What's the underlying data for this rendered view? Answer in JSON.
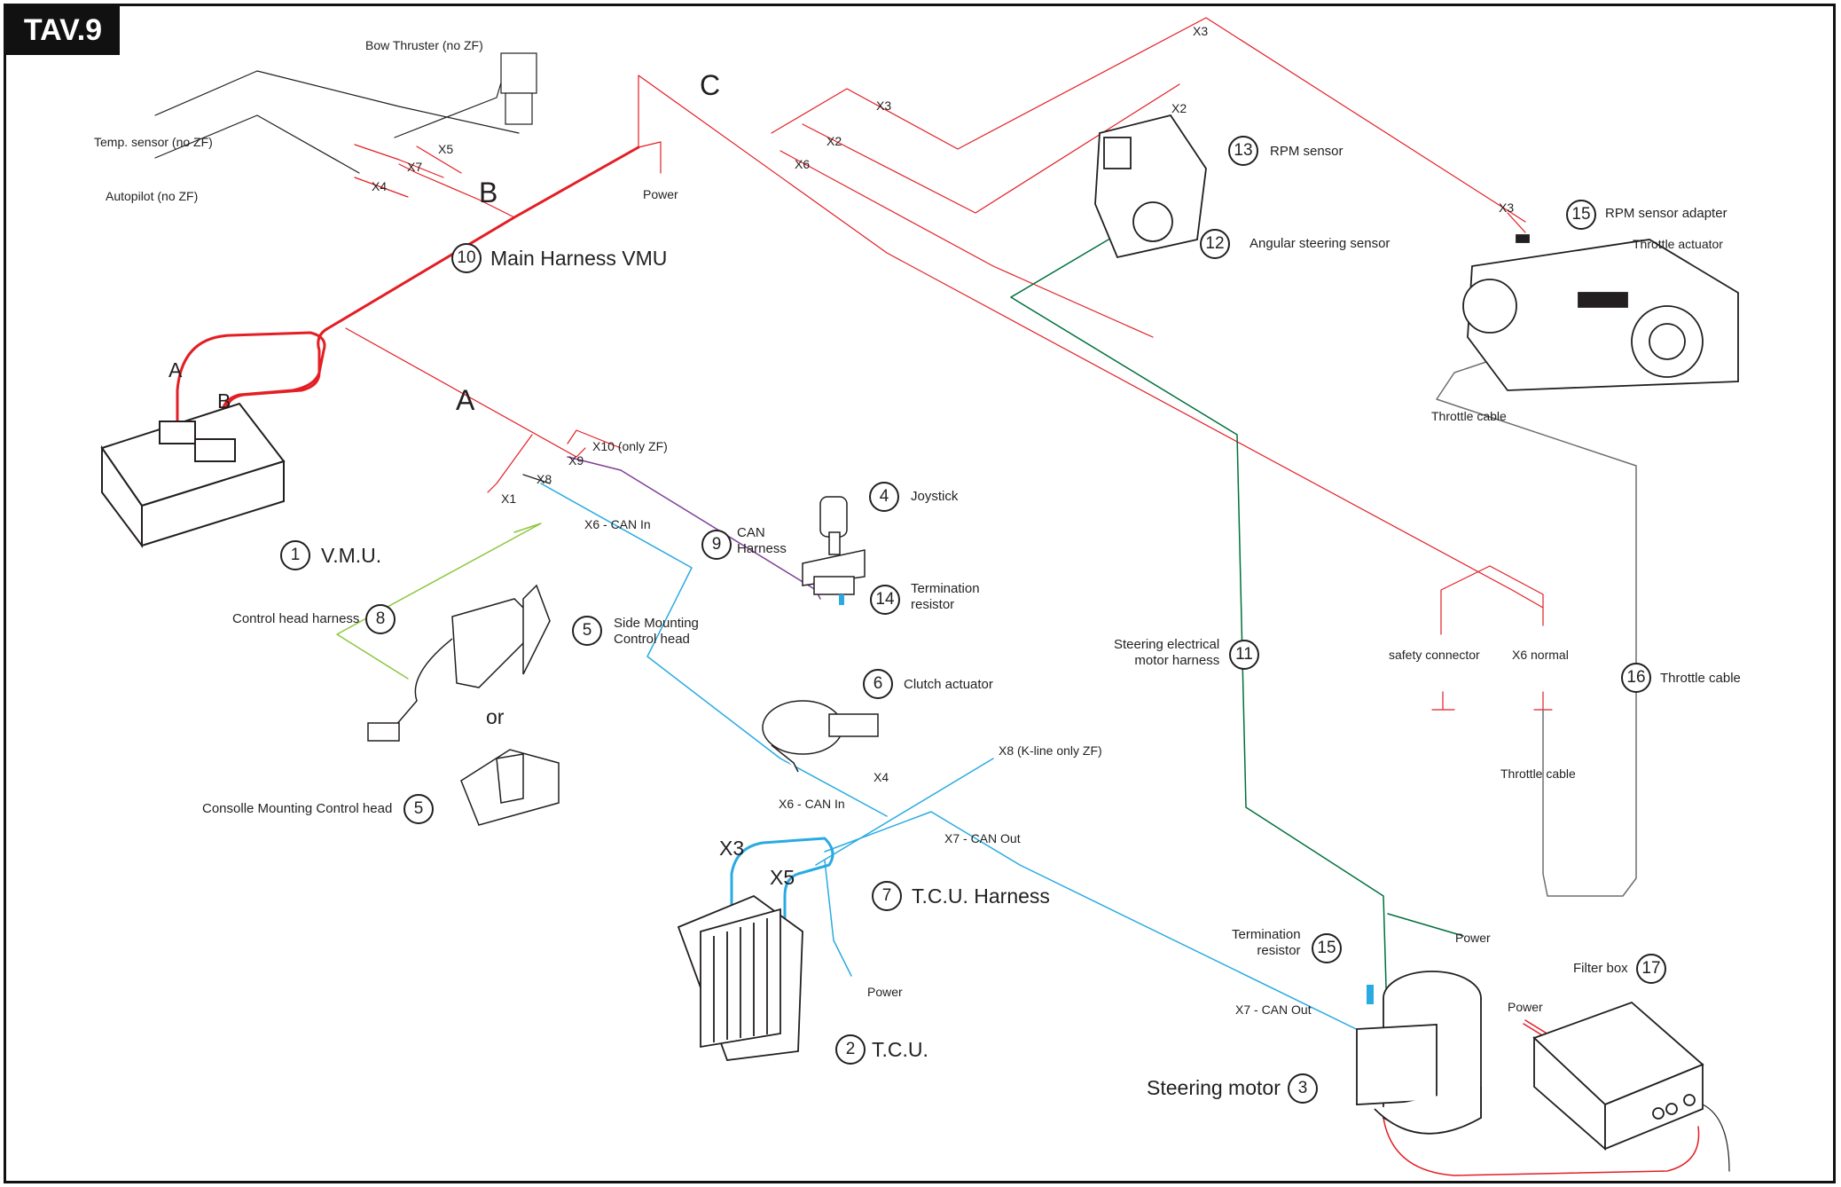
{
  "diagram": {
    "table_tag": "TAV.9",
    "components": [
      {
        "id": "vmu",
        "number": "1",
        "label": "V.M.U."
      },
      {
        "id": "tcu",
        "number": "2",
        "label": "T.C.U."
      },
      {
        "id": "steering_motor",
        "number": "3",
        "label": "Steering motor"
      },
      {
        "id": "joystick",
        "number": "4",
        "label": "Joystick"
      },
      {
        "id": "side_control_head",
        "number": "5",
        "label": "Side Mounting\nControl head"
      },
      {
        "id": "console_control_head",
        "number": "5",
        "label": "Consolle Mounting Control head"
      },
      {
        "id": "clutch_actuator",
        "number": "6",
        "label": "Clutch actuator"
      },
      {
        "id": "tcu_harness",
        "number": "7",
        "label": "T.C.U. Harness"
      },
      {
        "id": "control_head_harness",
        "number": "8",
        "label": "Control head harness"
      },
      {
        "id": "can_harness",
        "number": "9",
        "label": "CAN\nHarness"
      },
      {
        "id": "main_harness",
        "number": "10",
        "label": "Main Harness VMU"
      },
      {
        "id": "steering_motor_harness",
        "number": "11",
        "label": "Steering electrical\nmotor harness"
      },
      {
        "id": "angular_sensor",
        "number": "12",
        "label": "Angular steering sensor"
      },
      {
        "id": "rpm_sensor",
        "number": "13",
        "label": "RPM sensor"
      },
      {
        "id": "termination_resistor_joy",
        "number": "14",
        "label": "Termination\nresistor"
      },
      {
        "id": "rpm_adapter",
        "number": "15",
        "label": "RPM sensor adapter"
      },
      {
        "id": "termination_resistor_motor",
        "number": "15",
        "label": "Termination\nresistor"
      },
      {
        "id": "throttle_cable",
        "number": "16",
        "label": "Throttle cable"
      },
      {
        "id": "filter_box",
        "number": "17",
        "label": "Filter box"
      }
    ],
    "connector_labels": {
      "a1": "A",
      "b1": "B",
      "a2": "A",
      "b2": "B",
      "c": "C",
      "or": "or",
      "x1": "X1",
      "x2": "X2",
      "x2b": "X2",
      "x3": "X3",
      "x3b": "X3",
      "x3c": "X3",
      "x4": "X4",
      "x4b": "X4",
      "x5": "X5",
      "x6": "X6",
      "x7": "X7",
      "x8": "X8",
      "x9": "X9",
      "x10": "X10 (only ZF)",
      "x6_can_in": "X6 - CAN In",
      "x6_can_in2": "X6 - CAN In",
      "x7_can_out": "X7 - CAN Out",
      "x7_can_out2": "X7 - CAN Out",
      "x8_kline": "X8 (K-line only ZF)",
      "tcu_x3": "X3",
      "tcu_x5": "X5",
      "bow_thruster": "Bow Thruster (no ZF)",
      "temp_sensor": "Temp. sensor (no ZF)",
      "autopilot": "Autopilot (no ZF)",
      "power1": "Power",
      "power2": "Power",
      "power3": "Power",
      "power4": "Power",
      "throttle_actuator": "Throttle actuator",
      "throttle_cable_top": "Throttle cable",
      "throttle_cable_mid": "Throttle cable",
      "safety_connector": "safety connector",
      "x6_normal": "X6 normal"
    },
    "wire_colors": {
      "main": "#e31e24",
      "main_dark": "#d71920",
      "can": "#29abe2",
      "can_harness": "#7f3f98",
      "control": "#8dc63f",
      "steering": "#00703c",
      "throttle": "#6d6e71",
      "black": "#231f20"
    }
  }
}
